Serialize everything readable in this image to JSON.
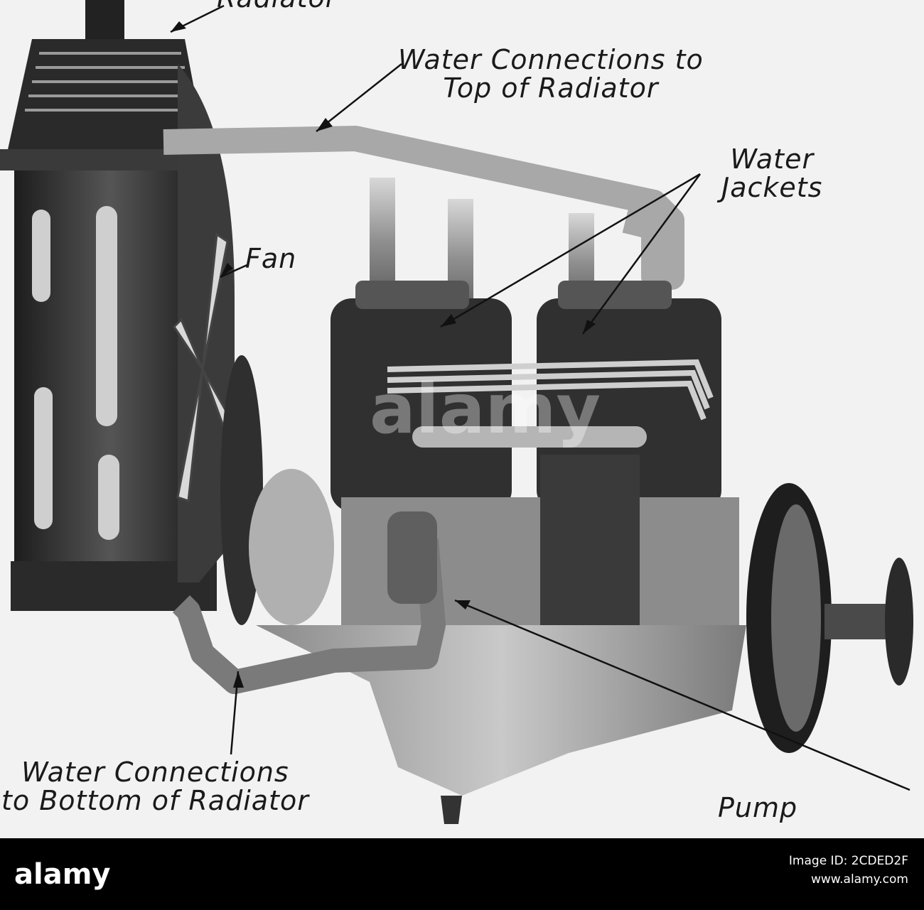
{
  "labels": {
    "radiator": "Radiator",
    "top_connection_line1": "Water Connections to",
    "top_connection_line2": "Top of Radiator",
    "jackets_line1": "Water",
    "jackets_line2": "Jackets",
    "fan": "Fan",
    "bottom_connection_line1": "Water Connections",
    "bottom_connection_line2": "to Bottom of Radiator",
    "pump": "Pump"
  },
  "watermark": "alamy",
  "footer": {
    "logo": "alamy",
    "image_id_label": "Image ID: 2CDED2F",
    "site": "www.alamy.com"
  },
  "colors": {
    "engine_dark": "#2b2b2b",
    "engine_mid": "#6d6d6d",
    "engine_light": "#bdbdbd",
    "pipe": "#9a9a9a"
  }
}
